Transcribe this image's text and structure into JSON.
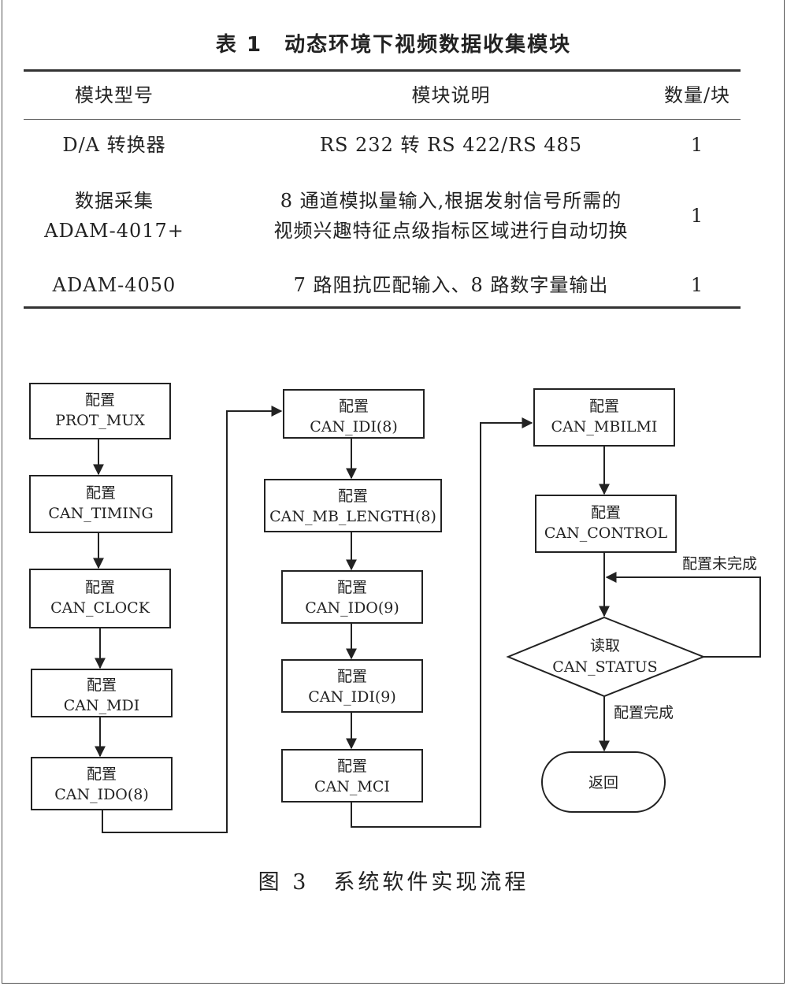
{
  "table": {
    "title": "表 1　动态环境下视频数据收集模块",
    "headers": [
      "模块型号",
      "模块说明",
      "数量/块"
    ],
    "rows": [
      {
        "model": [
          "D/A 转换器"
        ],
        "desc": [
          "RS 232 转 RS 422/RS 485"
        ],
        "qty": "1"
      },
      {
        "model": [
          "数据采集",
          "ADAM-4017+"
        ],
        "desc": [
          "8 通道模拟量输入,根据发射信号所需的",
          "视频兴趣特征点级指标区域进行自动切换"
        ],
        "qty": "1"
      },
      {
        "model": [
          "ADAM-4050"
        ],
        "desc": [
          "7 路阻抗匹配输入、8 路数字量输出"
        ],
        "qty": "1"
      }
    ]
  },
  "flowchart": {
    "column1": [
      {
        "line1": "配置",
        "line2": "PROT_MUX"
      },
      {
        "line1": "配置",
        "line2": "CAN_TIMING"
      },
      {
        "line1": "配置",
        "line2": "CAN_CLOCK"
      },
      {
        "line1": "配置",
        "line2": "CAN_MDI"
      },
      {
        "line1": "配置",
        "line2": "CAN_IDO(8)"
      }
    ],
    "column2": [
      {
        "line1": "配置",
        "line2": "CAN_IDI(8)"
      },
      {
        "line1": "配置",
        "line2": "CAN_MB_LENGTH(8)"
      },
      {
        "line1": "配置",
        "line2": "CAN_IDO(9)"
      },
      {
        "line1": "配置",
        "line2": "CAN_IDI(9)"
      },
      {
        "line1": "配置",
        "line2": "CAN_MCI"
      }
    ],
    "column3": [
      {
        "line1": "配置",
        "line2": "CAN_MBILMI"
      },
      {
        "line1": "配置",
        "line2": "CAN_CONTROL"
      }
    ],
    "decision": {
      "line1": "读取",
      "line2": "CAN_STATUS"
    },
    "loop_label": "配置未完成",
    "done_label": "配置完成",
    "terminal": "返回"
  },
  "caption": "图 3　系统软件实现流程"
}
